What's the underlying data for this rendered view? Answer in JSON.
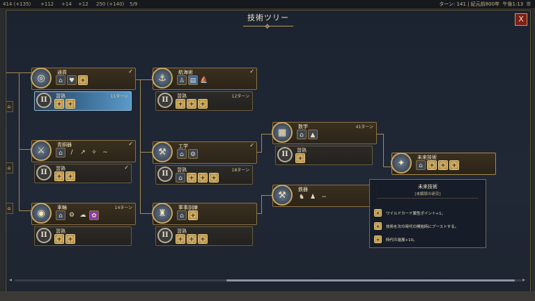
{
  "topbar": {
    "resources": [
      "414 (+135)",
      "+112",
      "+14",
      "+12",
      "250 (+140)",
      "5/9"
    ],
    "turn": "ターン: 141 | 紀元前800年",
    "time": "午後1:13"
  },
  "panel": {
    "title": "技術ツリー",
    "close_label": "X"
  },
  "nodes": [
    {
      "id": "currency",
      "name": "通貨",
      "turns": "",
      "completed": true,
      "emblem": "◎",
      "icons": [
        "⌂",
        "♥",
        "+"
      ],
      "mastery": {
        "label": "習熟",
        "turns": "11ターン",
        "active": true,
        "completed": false,
        "icons": [
          "+",
          "+"
        ]
      }
    },
    {
      "id": "bronze",
      "name": "青銅器",
      "turns": "",
      "completed": true,
      "emblem": "⚔",
      "icons": [
        "⌂",
        "/",
        "↗",
        "✧",
        "~"
      ],
      "mastery": {
        "label": "習熟",
        "turns": "",
        "active": false,
        "completed": true,
        "icons": [
          "+",
          "+"
        ]
      }
    },
    {
      "id": "wheel",
      "name": "車輪",
      "turns": "14ターン",
      "completed": false,
      "emblem": "◉",
      "icons": [
        "⌂",
        "⚙",
        "☁",
        "✿"
      ],
      "mastery": {
        "label": "習熟",
        "turns": "",
        "active": false,
        "completed": false,
        "icons": [
          "+",
          "+"
        ]
      }
    },
    {
      "id": "navigation",
      "name": "航海術",
      "turns": "",
      "completed": true,
      "emblem": "⚓",
      "icons": [
        "♙",
        "▤",
        "⛵"
      ],
      "mastery": {
        "label": "習熟",
        "turns": "12ターン",
        "active": false,
        "completed": false,
        "icons": [
          "+",
          "+",
          "+"
        ]
      }
    },
    {
      "id": "engineering",
      "name": "工学",
      "turns": "",
      "completed": true,
      "emblem": "⚒",
      "icons": [
        "⌂",
        "⚙"
      ],
      "mastery": {
        "label": "習熟",
        "turns": "18ターン",
        "active": false,
        "completed": false,
        "icons": [
          "⌂",
          "+",
          "+",
          "+"
        ]
      }
    },
    {
      "id": "military",
      "name": "軍事訓練",
      "turns": "",
      "completed": false,
      "emblem": "♜",
      "icons": [
        "⌂",
        "+"
      ],
      "mastery": {
        "label": "習熟",
        "turns": "",
        "active": false,
        "completed": false,
        "icons": [
          "+",
          "+",
          "+"
        ]
      }
    },
    {
      "id": "math",
      "name": "数学",
      "turns": "41ターン",
      "completed": false,
      "emblem": "▦",
      "icons": [
        "⌂",
        "▲"
      ],
      "mastery": {
        "label": "習熟",
        "turns": "",
        "active": false,
        "completed": false,
        "icons": [
          "+"
        ]
      }
    },
    {
      "id": "iron",
      "name": "鉄器",
      "turns": "",
      "completed": false,
      "emblem": "⚒",
      "icons": [
        "♞",
        "♟",
        "~"
      ],
      "mastery": null
    },
    {
      "id": "future",
      "name": "未来技術",
      "turns": "",
      "completed": false,
      "emblem": "✦",
      "icons": [
        "⌂",
        "+",
        "+",
        "+"
      ],
      "mastery": null
    }
  ],
  "tooltip": {
    "title": "未来技術",
    "subtitle": "[未解禁の研究]",
    "rows": [
      "ワイルドカード属性ポイント+1。",
      "技術を次の時代の開始時にブーストする。",
      "時代の進展+10。"
    ]
  },
  "edge_buttons": [
    "⌂",
    "⌂",
    "⌂"
  ]
}
